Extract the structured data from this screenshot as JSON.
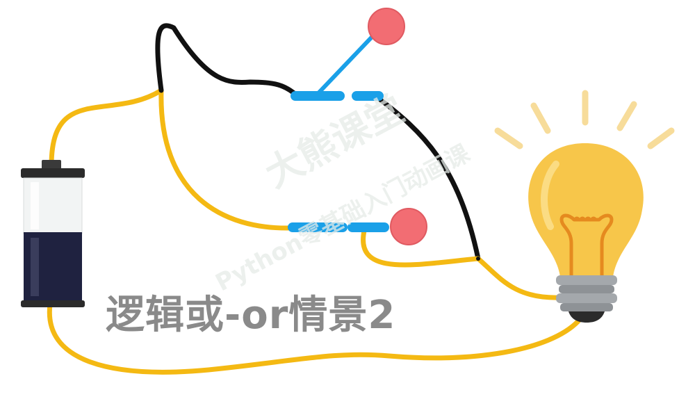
{
  "caption": "逻辑或-or情景2",
  "watermark": {
    "main": "大熊课堂",
    "sub": "Python零基础入门动画课"
  },
  "colors": {
    "wire_yellow": "#f4b913",
    "wire_black": "#111111",
    "switch_blue": "#1aa0e8",
    "knob_red": "#f26d73",
    "bulb_glass": "#f7c64a",
    "battery_dark": "#1f2240",
    "caption_gray": "#8a8a8a"
  },
  "components": {
    "battery_icon": "battery",
    "switch_top_state": "open",
    "switch_bottom_state": "closed",
    "bulb_icon": "light-bulb",
    "bulb_state": "lit"
  }
}
